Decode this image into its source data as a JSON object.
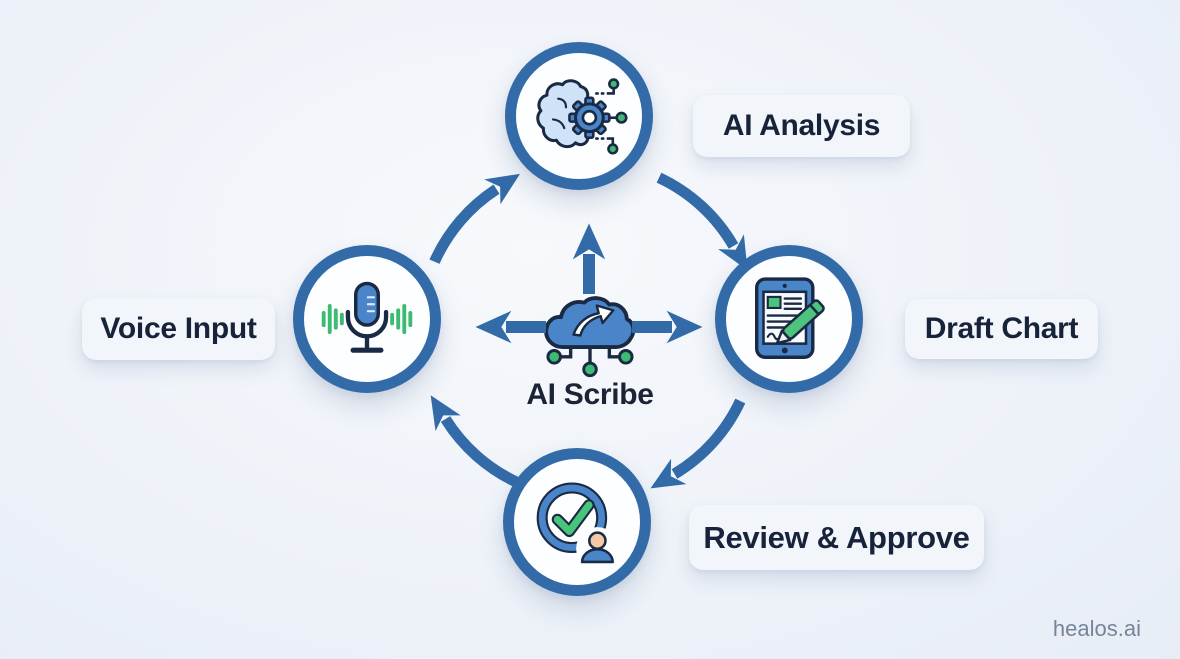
{
  "diagram": {
    "center": {
      "label": "AI Scribe",
      "icon": "cloud-network-icon"
    },
    "nodes": [
      {
        "id": "voice-input",
        "label": "Voice Input",
        "icon": "microphone-icon",
        "position": "left"
      },
      {
        "id": "ai-analysis",
        "label": "AI Analysis",
        "icon": "brain-gear-icon",
        "position": "top"
      },
      {
        "id": "draft-chart",
        "label": "Draft Chart",
        "icon": "tablet-pen-icon",
        "position": "right"
      },
      {
        "id": "review-approve",
        "label": "Review & Approve",
        "icon": "check-person-icon",
        "position": "bottom"
      }
    ],
    "flow_cycle": [
      "Voice Input -> AI Analysis",
      "AI Analysis -> Draft Chart",
      "Draft Chart -> Review & Approve",
      "Review & Approve -> Voice Input"
    ],
    "hub_arrows": [
      "up",
      "left",
      "right"
    ],
    "watermark": "healos.ai",
    "colors": {
      "accent_blue": "#336ba8",
      "icon_blue": "#4a85c9",
      "icon_blue_light": "#cfe2f8",
      "green": "#3dbb72",
      "outline_navy": "#1b2a44",
      "text_dark": "#17233a",
      "card_bg": "#f2f5fa",
      "background": "#eef2f9",
      "skin_peach": "#f5c9a6",
      "watermark_gray": "#76859c"
    }
  }
}
